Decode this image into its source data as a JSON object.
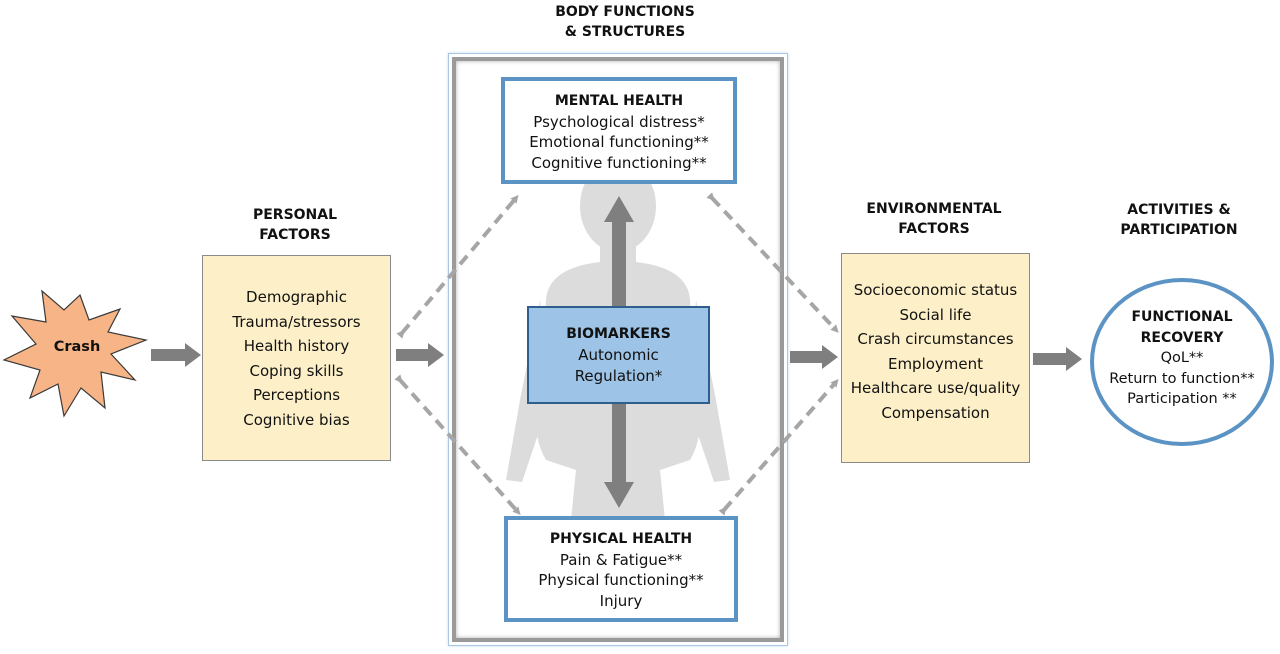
{
  "crash": {
    "label": "Crash"
  },
  "personal": {
    "heading": [
      "PERSONAL",
      "FACTORS"
    ],
    "items": [
      "Demographic",
      "Trauma/stressors",
      "Health history",
      "Coping skills",
      "Perceptions",
      "Cognitive bias"
    ]
  },
  "body": {
    "heading": [
      "BODY FUNCTIONS",
      "& STRUCTURES"
    ],
    "mental": {
      "title": "MENTAL HEALTH",
      "items": [
        "Psychological distress*",
        "Emotional functioning**",
        "Cognitive functioning**"
      ]
    },
    "biomarkers": {
      "title": "BIOMARKERS",
      "items": [
        "Autonomic",
        "Regulation*"
      ]
    },
    "physical": {
      "title": "PHYSICAL HEALTH",
      "items": [
        "Pain & Fatigue**",
        "Physical functioning**",
        "Injury"
      ]
    }
  },
  "environmental": {
    "heading": [
      "ENVIRONMENTAL",
      "FACTORS"
    ],
    "items": [
      "Socioeconomic status",
      "Social life",
      "Crash circumstances",
      "Employment",
      "Healthcare use/quality",
      "Compensation"
    ]
  },
  "activities": {
    "heading": [
      "ACTIVITIES &",
      "PARTICIPATION"
    ],
    "recovery": {
      "title": [
        "FUNCTIONAL",
        "RECOVERY"
      ],
      "items": [
        "QoL**",
        "Return to function**",
        "Participation **"
      ]
    }
  },
  "colors": {
    "crash_fill": "#f7b486",
    "factor_fill": "#fdf0c8",
    "box_border": "#5b93c4",
    "biomarker_fill": "#9dc3e6",
    "arrow": "#7f7f7f",
    "dashed_arrow": "#a6a6a6",
    "silhouette": "#dadada"
  }
}
